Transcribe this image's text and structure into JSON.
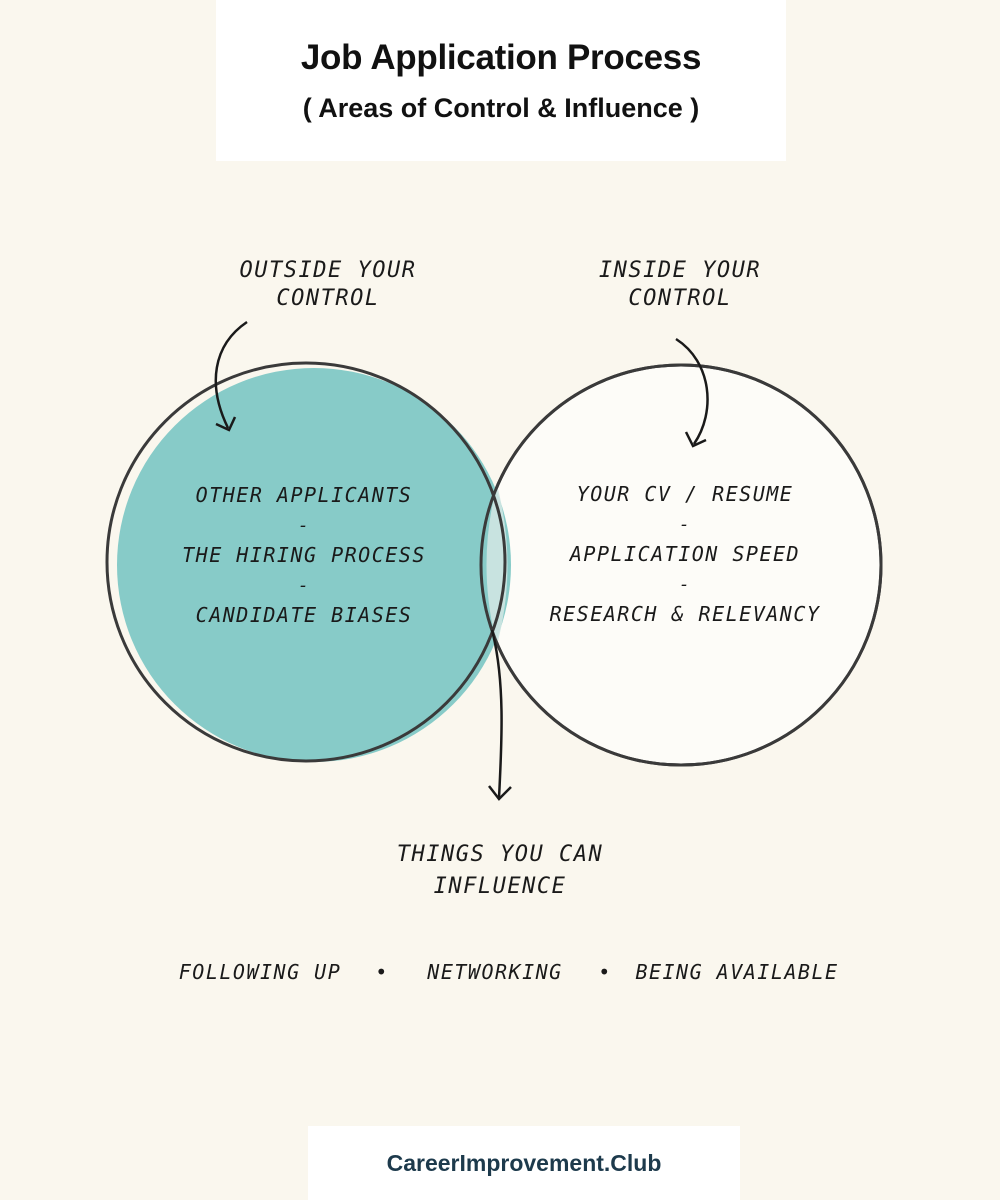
{
  "header": {
    "title": "Job Application Process",
    "subtitle": "( Areas of Control & Influence )"
  },
  "labels": {
    "outside_line1": "OUTSIDE YOUR",
    "outside_line2": "CONTROL",
    "inside_line1": "INSIDE YOUR",
    "inside_line2": "CONTROL",
    "influence_line1": "THINGS YOU CAN",
    "influence_line2": "INFLUENCE"
  },
  "left_circle": {
    "items": [
      "OTHER APPLICANTS",
      "THE HIRING PROCESS",
      "CANDIDATE BIASES"
    ],
    "separator": "-",
    "fill_color": "#87cbc8"
  },
  "right_circle": {
    "items": [
      "YOUR CV / RESUME",
      "APPLICATION SPEED",
      "RESEARCH & RELEVANCY"
    ],
    "separator": "-",
    "fill_color": "#fdfcf8"
  },
  "influence_items": [
    "FOLLOWING UP",
    "NETWORKING",
    "BEING AVAILABLE"
  ],
  "bullet": "•",
  "footer": {
    "brand": "CareerImprovement.Club"
  },
  "colors": {
    "background": "#faf7ee",
    "teal": "#87cbc8",
    "outline": "#3a3a3a",
    "footer_text": "#1d3a4c"
  }
}
